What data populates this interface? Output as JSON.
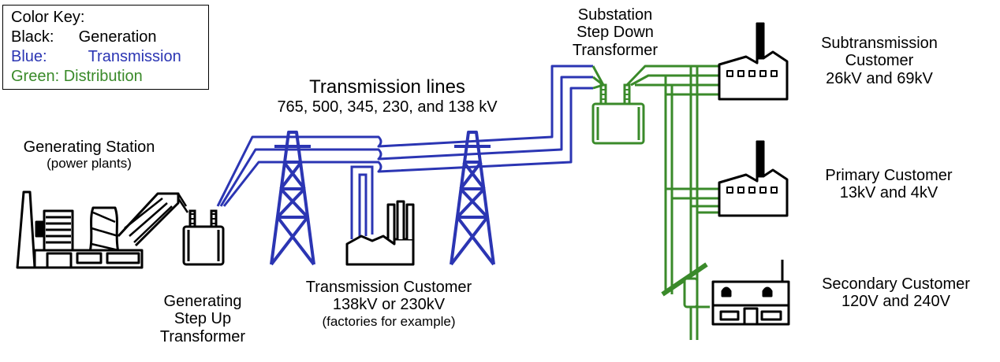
{
  "color_key": {
    "title": "Color Key:",
    "entries": [
      {
        "name": "Black:",
        "value": "Generation",
        "color": "#000000"
      },
      {
        "name": "Blue:",
        "value": "Transmission",
        "color": "#2b35b3"
      },
      {
        "name": "Green:",
        "value": "Distribution",
        "color": "#3a8a2a"
      }
    ]
  },
  "labels": {
    "generating_station": {
      "title": "Generating Station",
      "subtitle": "(power plants)"
    },
    "step_up": {
      "line1": "Generating",
      "line2": "Step Up",
      "line3": "Transformer"
    },
    "transmission_lines": {
      "title": "Transmission lines",
      "voltages": "765, 500, 345, 230, and 138 kV"
    },
    "transmission_customer": {
      "title": "Transmission Customer",
      "voltage": "138kV or 230kV",
      "note": "(factories for example)"
    },
    "substation": {
      "line1": "Substation",
      "line2": "Step Down",
      "line3": "Transformer"
    },
    "subtransmission_customer": {
      "line1": "Subtransmission",
      "line2": "Customer",
      "line3": "26kV and 69kV"
    },
    "primary_customer": {
      "line1": "Primary Customer",
      "line2": "13kV and 4kV"
    },
    "secondary_customer": {
      "line1": "Secondary Customer",
      "line2": "120V and 240V"
    }
  }
}
